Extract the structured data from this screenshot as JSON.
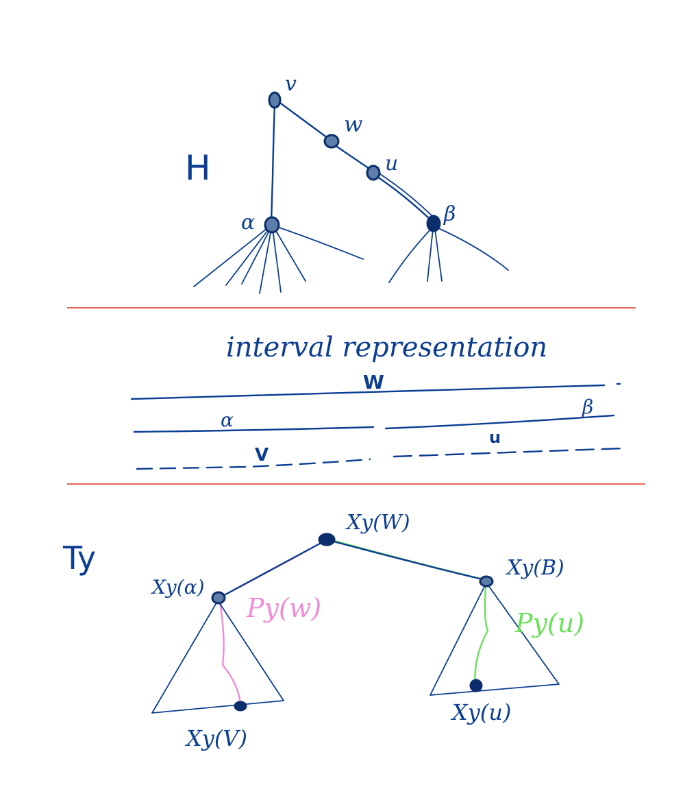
{
  "section_h": {
    "title": "H",
    "nodes": {
      "v": "v",
      "w": "w",
      "u": "u",
      "alpha": "α",
      "beta": "β"
    }
  },
  "section_interval": {
    "caption": "interval representation",
    "labels": {
      "w": "W",
      "beta": "β",
      "alpha": "α",
      "v": "V",
      "u": "u"
    }
  },
  "section_ty": {
    "title": "Ty",
    "labels": {
      "xy_w": "Xy(W)",
      "xy_alpha": "Xy(α)",
      "xy_beta": "Xy(B)",
      "py_w": "Py(w)",
      "py_u": "Py(u)",
      "xy_v": "Xy(V)",
      "xy_u": "Xy(u)"
    }
  },
  "colors": {
    "ink": "#0b3d91",
    "separator": "#e0301e",
    "highlight_pink": "#f08ad6",
    "highlight_green": "#6be05a"
  }
}
